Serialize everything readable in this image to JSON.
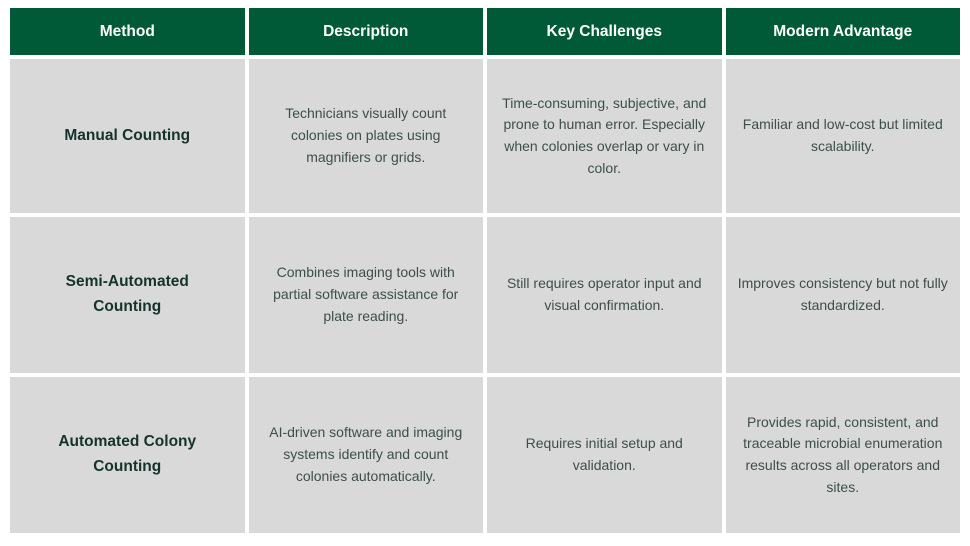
{
  "chart_data": {
    "type": "table",
    "columns": [
      "Method",
      "Description",
      "Key Challenges",
      "Modern Advantage"
    ],
    "rows": [
      [
        "Manual Counting",
        "Technicians visually count colonies on plates using magnifiers or grids.",
        "Time-consuming, subjective, and prone to human error. Especially when colonies overlap or vary in color.",
        "Familiar and low-cost but limited scalability."
      ],
      [
        "Semi-Automated Counting",
        "Combines imaging tools with partial software assistance for plate reading.",
        "Still requires operator input and visual confirmation.",
        "Improves consistency but not fully standardized."
      ],
      [
        "Automated Colony Counting",
        "AI-driven software and imaging systems identify and count colonies automatically.",
        "Requires initial setup and validation.",
        "Provides rapid, consistent, and traceable microbial enumeration results across all operators and sites."
      ]
    ],
    "layout_hints": {
      "header_position": "top",
      "cell_alignment": "center",
      "grid": "white gutters between cells"
    },
    "colors": {
      "header_bg": "#015A37",
      "header_text": "#FFFFFF",
      "cell_bg": "#D9D9D9",
      "body_text": "#3C4F48",
      "method_text": "#14332A",
      "page_bg": "#FFFFFF"
    }
  }
}
